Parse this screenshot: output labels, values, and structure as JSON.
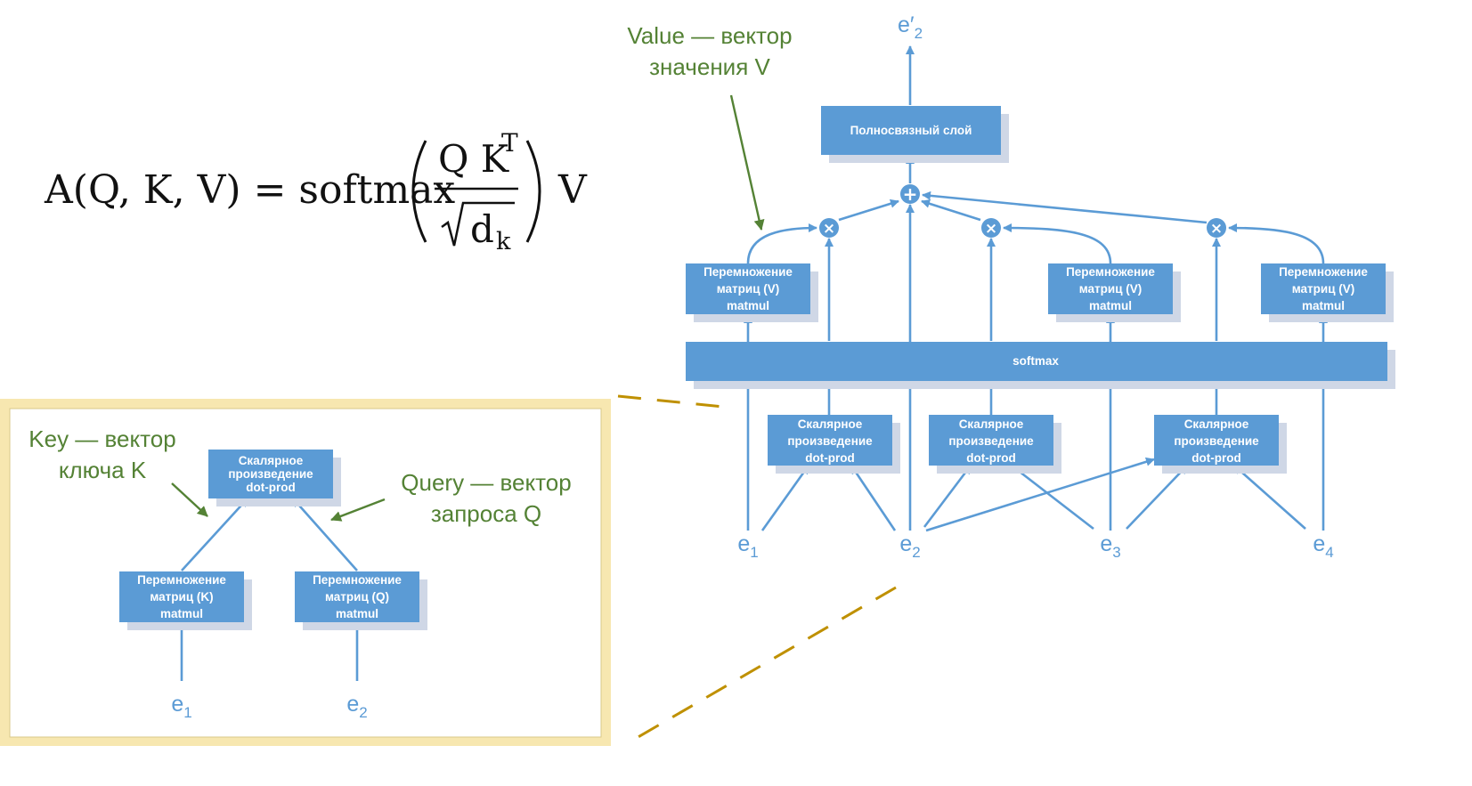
{
  "formula": {
    "lhs": "A(Q, K, V) = softmax",
    "num_q": "Q K",
    "num_sup": "T",
    "den_d": "d",
    "den_sub": "k",
    "rhs": "V"
  },
  "main": {
    "output_label": "e′",
    "output_sub": "2",
    "fc_layer": "Полносвязный слой",
    "softmax": "softmax",
    "plus_symbol": "+",
    "times_symbol": "×",
    "value_matmul": [
      "Перемножение",
      "матриц (V)",
      "matmul"
    ],
    "dot_prod": [
      "Скалярное",
      "произведение",
      "dot-prod"
    ],
    "value_note": [
      "Value — вектор",
      "значения V"
    ],
    "inputs": [
      {
        "label": "e",
        "sub": "1"
      },
      {
        "label": "e",
        "sub": "2"
      },
      {
        "label": "e",
        "sub": "3"
      },
      {
        "label": "e",
        "sub": "4"
      }
    ]
  },
  "inset": {
    "dot_prod": [
      "Скалярное",
      "произведение",
      "dot-prod"
    ],
    "key_matmul": [
      "Перемножение",
      "матриц (K)",
      "matmul"
    ],
    "query_matmul": [
      "Перемножение",
      "матриц (Q)",
      "matmul"
    ],
    "key_note": [
      "Key — вектор",
      "ключа K"
    ],
    "query_note": [
      "Query — вектор",
      "запроса Q"
    ],
    "inputs": [
      {
        "label": "e",
        "sub": "1"
      },
      {
        "label": "e",
        "sub": "2"
      }
    ]
  },
  "colors": {
    "box": "#5b9bd5",
    "note": "#548235",
    "inset_border": "#f7e7b0",
    "dash": "#bf9000"
  }
}
